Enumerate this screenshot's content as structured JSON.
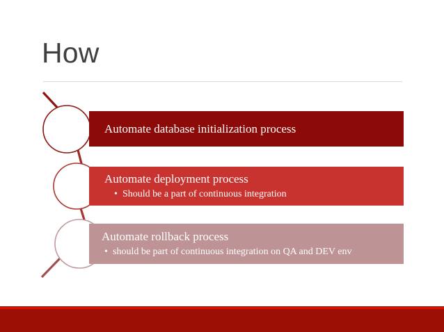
{
  "slide": {
    "title": "How",
    "background_color": "#ffffff",
    "title_color": "#3f3f3f",
    "rule_color": "#d8d8d8"
  },
  "chain": {
    "circle_fill": "#ffffff",
    "circles": [
      {
        "name": "step-circle-1",
        "stroke": "#8c1411"
      },
      {
        "name": "step-circle-2",
        "stroke": "#a8352f"
      },
      {
        "name": "step-circle-3",
        "stroke": "#c09a9b"
      }
    ],
    "connectors": [
      {
        "name": "connector-top",
        "stroke": "#8c1411"
      },
      {
        "name": "connector-1-2",
        "stroke": "#9b2b23"
      },
      {
        "name": "connector-2-3",
        "stroke": "#a8352f"
      },
      {
        "name": "connector-bottom",
        "stroke": "#a3504c"
      }
    ]
  },
  "steps": [
    {
      "id": "step-1",
      "heading": "Automate database initialization process",
      "bullets": [],
      "bar_color": "#8c0b08"
    },
    {
      "id": "step-2",
      "heading": "Automate deployment process",
      "bullets": [
        "Should be a part of continuous integration"
      ],
      "bar_color": "#c9332f"
    },
    {
      "id": "step-3",
      "heading": "Automate rollback process",
      "bullets": [
        "should be part of continuous integration on QA and DEV env"
      ],
      "bar_color": "#bd9395"
    }
  ],
  "footer": {
    "banner_color": "#9b0f04",
    "accent_color": "#e00f03"
  }
}
